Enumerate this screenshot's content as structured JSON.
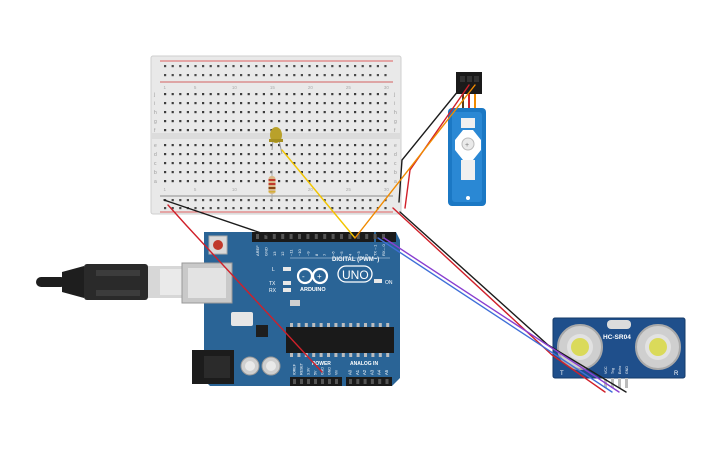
{
  "board": {
    "brand": "ARDUINO",
    "model": "UNO",
    "digital_label": "DIGITAL (PWM~)",
    "on_label": "ON",
    "power_label": "POWER",
    "analog_label": "ANALOG IN",
    "led_tx": "TX",
    "led_rx": "RX",
    "led_l": "L",
    "digital_pins": [
      "AREF",
      "GND",
      "13",
      "12",
      "~11",
      "~10",
      "~9",
      "8",
      "7",
      "~6",
      "~5",
      "4",
      "~3",
      "2",
      "TX→1",
      "RX←0"
    ],
    "power_pins": [
      "IOREF",
      "RESET",
      "3.3V",
      "5V",
      "GND",
      "GND",
      "Vin"
    ],
    "analog_pins": [
      "A0",
      "A1",
      "A2",
      "A3",
      "A4",
      "A5"
    ]
  },
  "sensor": {
    "model": "HC-SR04",
    "pins": [
      "VCC",
      "Trig",
      "Echo",
      "GND"
    ],
    "corner_left": "T",
    "corner_right": "R"
  },
  "breadboard": {
    "columns": 30,
    "row_letters_top": [
      "j",
      "i",
      "h",
      "g",
      "f"
    ],
    "row_letters_bottom": [
      "e",
      "d",
      "c",
      "b",
      "a"
    ]
  },
  "colors": {
    "board": "#2a6496",
    "wire_black": "#1c1c1c",
    "wire_red": "#d0202a",
    "wire_yellow": "#f2c500",
    "wire_orange": "#f08a00",
    "wire_blue": "#3f6fd8",
    "wire_purple": "#8a3fd0",
    "servo": "#1b78c4"
  }
}
